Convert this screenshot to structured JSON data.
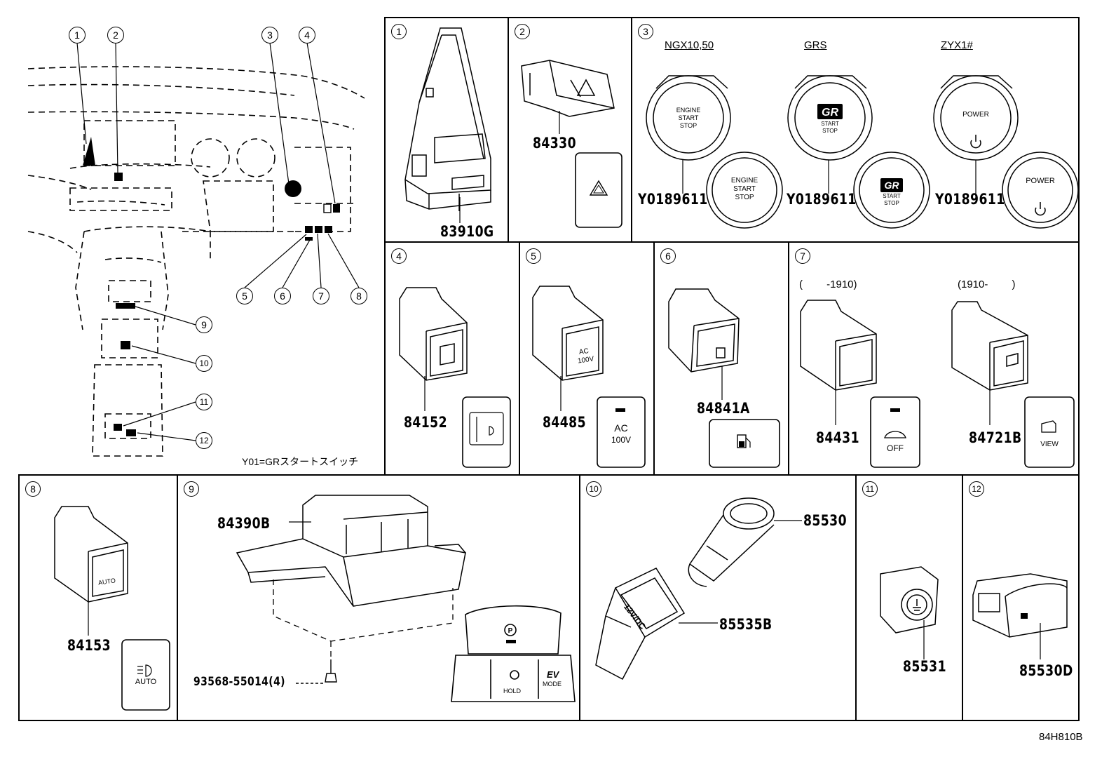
{
  "overview": {
    "callouts": [
      "1",
      "2",
      "3",
      "4",
      "5",
      "6",
      "7",
      "8",
      "9",
      "10",
      "11",
      "12"
    ],
    "note": "Y01=GRスタートスイッチ"
  },
  "diagram_code": "84H810B",
  "cells": {
    "c1": {
      "num": "1",
      "part": "83910G"
    },
    "c2": {
      "num": "2",
      "part": "84330"
    },
    "c3": {
      "num": "3",
      "variants": [
        {
          "model": "NGX10,50",
          "part": "Y0189611",
          "btn_lines": [
            "ENGINE",
            "START",
            "STOP"
          ]
        },
        {
          "model": "GRS",
          "part": "Y0189611",
          "btn_lines": [
            "START",
            "STOP"
          ],
          "badge": "GR"
        },
        {
          "model": "ZYX1#",
          "part": "Y0189611",
          "btn_lines": [
            "POWER"
          ]
        }
      ]
    },
    "c4": {
      "num": "4",
      "part": "84152"
    },
    "c5": {
      "num": "5",
      "part": "84485",
      "label_ac": "AC",
      "label_v": "100V"
    },
    "c6": {
      "num": "6",
      "part": "84841A"
    },
    "c7": {
      "num": "7",
      "variants": [
        {
          "range": "(　　 -1910)",
          "part": "84431",
          "label": "OFF"
        },
        {
          "range": "(1910-　　 )",
          "part": "84721B",
          "label": "VIEW"
        }
      ]
    },
    "c8": {
      "num": "8",
      "part": "84153",
      "label": "AUTO"
    },
    "c9": {
      "num": "9",
      "part": "84390B",
      "bolt": "93568-55014(4)",
      "labels": {
        "hold": "HOLD",
        "ev": "EV",
        "mode": "MODE"
      }
    },
    "c10": {
      "num": "10",
      "parts": [
        "85530",
        "85535B"
      ],
      "socket_text": "12V/DC"
    },
    "c11": {
      "num": "11",
      "part": "85531"
    },
    "c12": {
      "num": "12",
      "part": "85530D"
    }
  }
}
